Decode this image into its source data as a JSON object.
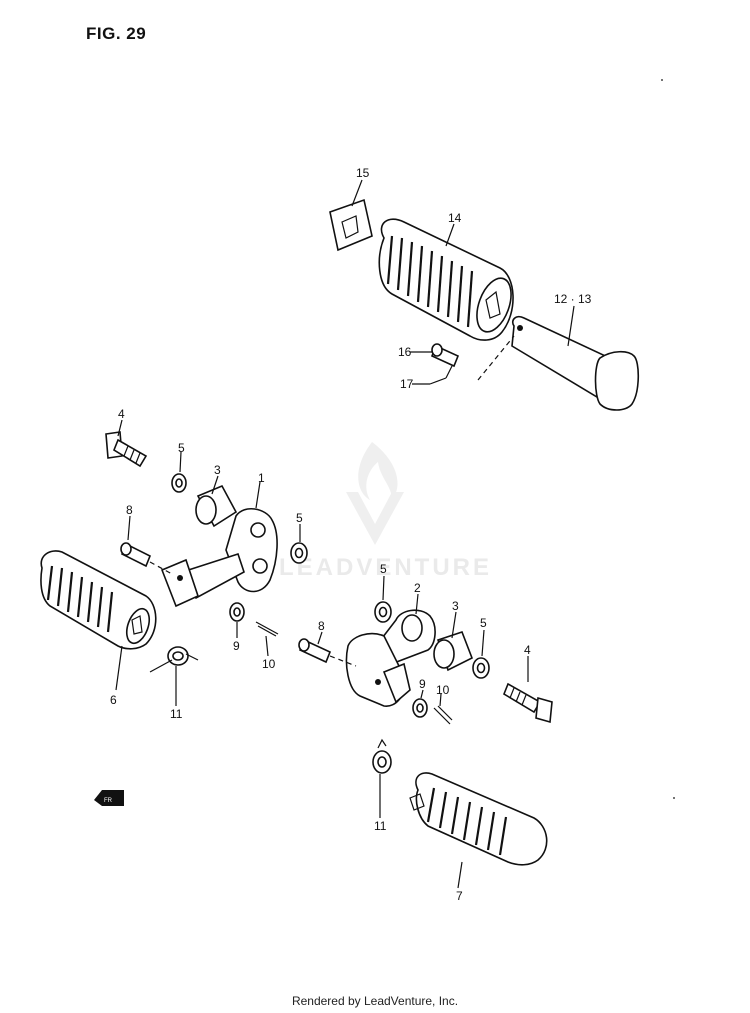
{
  "figure": {
    "title": "FIG. 29"
  },
  "watermark": {
    "text": "LEADVENTURE"
  },
  "footer": {
    "text": "Rendered by LeadVenture, Inc."
  },
  "callouts": [
    "15",
    "14",
    "12 · 13",
    "16",
    "17",
    "4",
    "5",
    "3",
    "1",
    "8",
    "5",
    "6",
    "9",
    "10",
    "11",
    "5",
    "2",
    "3",
    "5",
    "8",
    "4",
    "9",
    "10",
    "11",
    "7"
  ],
  "icons": {
    "front_arrow": "front-direction-arrow-icon"
  }
}
